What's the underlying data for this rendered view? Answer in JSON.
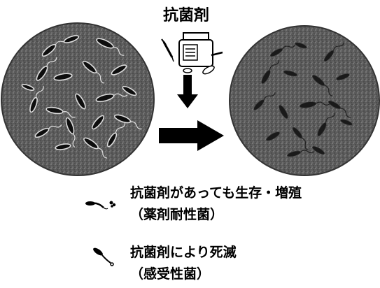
{
  "title": "抗菌剤",
  "legend": [
    {
      "line1": "抗菌剤があっても生存・増殖",
      "line2": "（薬剤耐性菌）"
    },
    {
      "line1": "抗菌剤により死滅",
      "line2": "（感受性菌）"
    }
  ],
  "colors": {
    "dish_fill": "#5a5a5a",
    "bacterium_resistant": "#111111",
    "bacterium_outline": "#e8e8e8",
    "arrow": "#000000"
  },
  "icons": [
    "medicine-bottle-icon",
    "syringe-icon",
    "capsule-icon",
    "down-arrow-icon",
    "right-arrow-icon"
  ]
}
